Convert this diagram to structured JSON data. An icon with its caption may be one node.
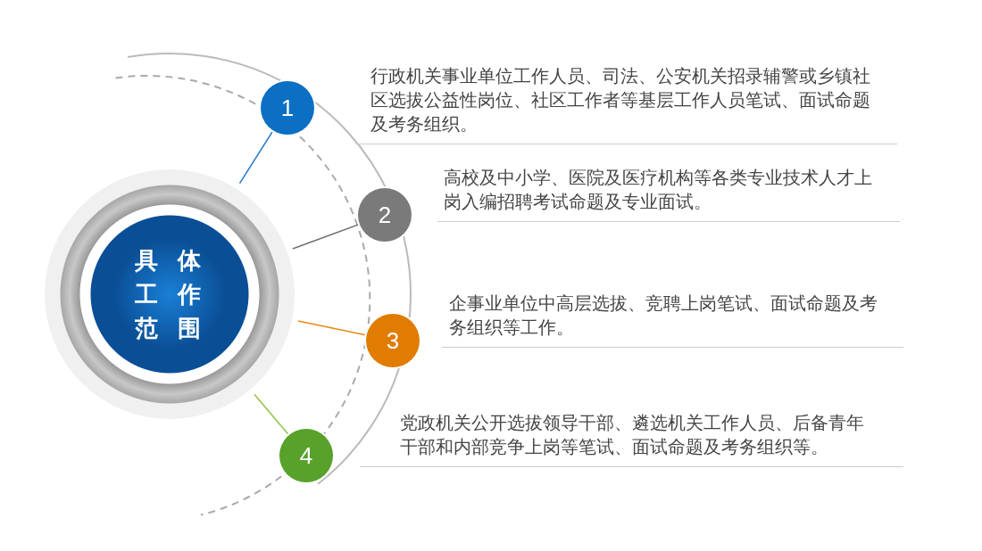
{
  "diagram": {
    "nodes": [
      {
        "text": [
          "具体工作范围"
        ]
      },
      {
        "text": [
          "1"
        ],
        "beside": [
          "行政机关事业单位工作人员、司法、公安机关招录辅警或乡镇社区选拔公益性岗位、社区工作者等基层工作人员笔试、面试命题及考务组织。"
        ]
      },
      {
        "text": [
          "2"
        ],
        "beside": [
          "高校及中小学、医院及医疗机构等各类专业技术人才上岗入编招聘考试命题及专业面试。"
        ]
      },
      {
        "text": [
          "3"
        ],
        "beside": [
          "企事业单位中高层选拔、竞聘上岗笔试、面试命题及考务组织等工作。"
        ]
      },
      {
        "text": [
          "4"
        ],
        "beside": [
          "党政机关公开选拔领导干部、遴选机关工作人员、后备青年干部和内部竞争上岗等笔试、面试命题及考务组织等。"
        ]
      }
    ],
    "edges": [
      {
        "from": 0,
        "to": 1,
        "arrow": "none",
        "color": "#1f78c8"
      },
      {
        "from": 0,
        "to": 2,
        "arrow": "none",
        "color": "#707070"
      },
      {
        "from": 0,
        "to": 3,
        "arrow": "none",
        "color": "#e88a10"
      },
      {
        "from": 0,
        "to": 4,
        "arrow": "none",
        "color": "#8cc63f"
      }
    ]
  }
}
